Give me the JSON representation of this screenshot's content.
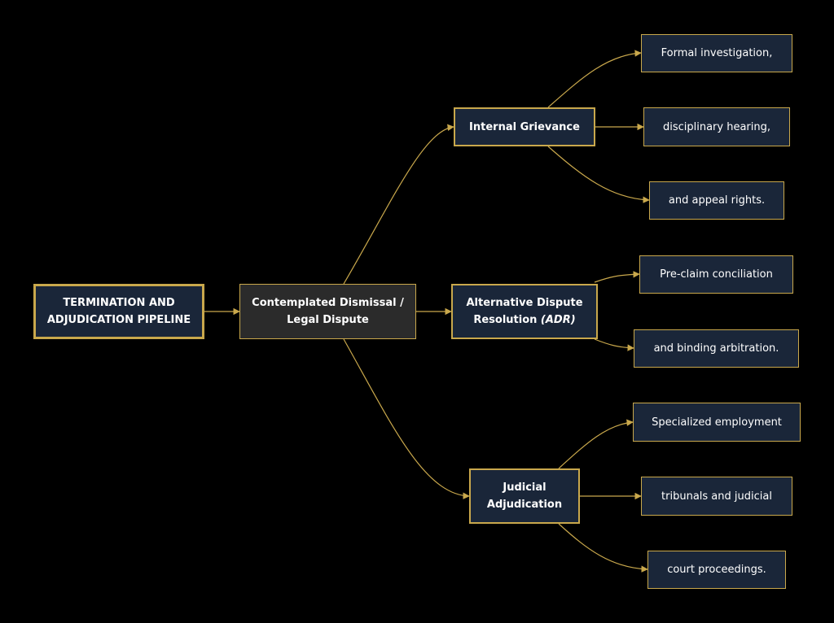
{
  "colors": {
    "background": "#000000",
    "node_fill": "#1a2639",
    "hub_fill": "#2b2b2b",
    "border": "#c9a84c",
    "edge": "#c9a84c",
    "text": "#ffffff"
  },
  "nodes": {
    "root": {
      "line1": "TERMINATION AND",
      "line2": "ADJUDICATION PIPELINE"
    },
    "hub": {
      "line1": "Contemplated Dismissal /",
      "line2": "Legal Dispute"
    },
    "internal": {
      "label": "Internal Grievance"
    },
    "adr": {
      "line1": "Alternative Dispute",
      "line2_prefix": "Resolution ",
      "line2_em": "(ADR)"
    },
    "judicial": {
      "line1": "Judicial",
      "line2": "Adjudication"
    },
    "leaf_formal": {
      "label": "Formal investigation,"
    },
    "leaf_disciplinary": {
      "label": "disciplinary hearing,"
    },
    "leaf_appeal": {
      "label": "and appeal rights."
    },
    "leaf_preclaim": {
      "label": "Pre-claim conciliation"
    },
    "leaf_binding": {
      "label": "and binding arbitration."
    },
    "leaf_specialized": {
      "label": "Specialized employment"
    },
    "leaf_tribunals": {
      "label": "tribunals and judicial"
    },
    "leaf_court": {
      "label": "court proceedings."
    }
  }
}
